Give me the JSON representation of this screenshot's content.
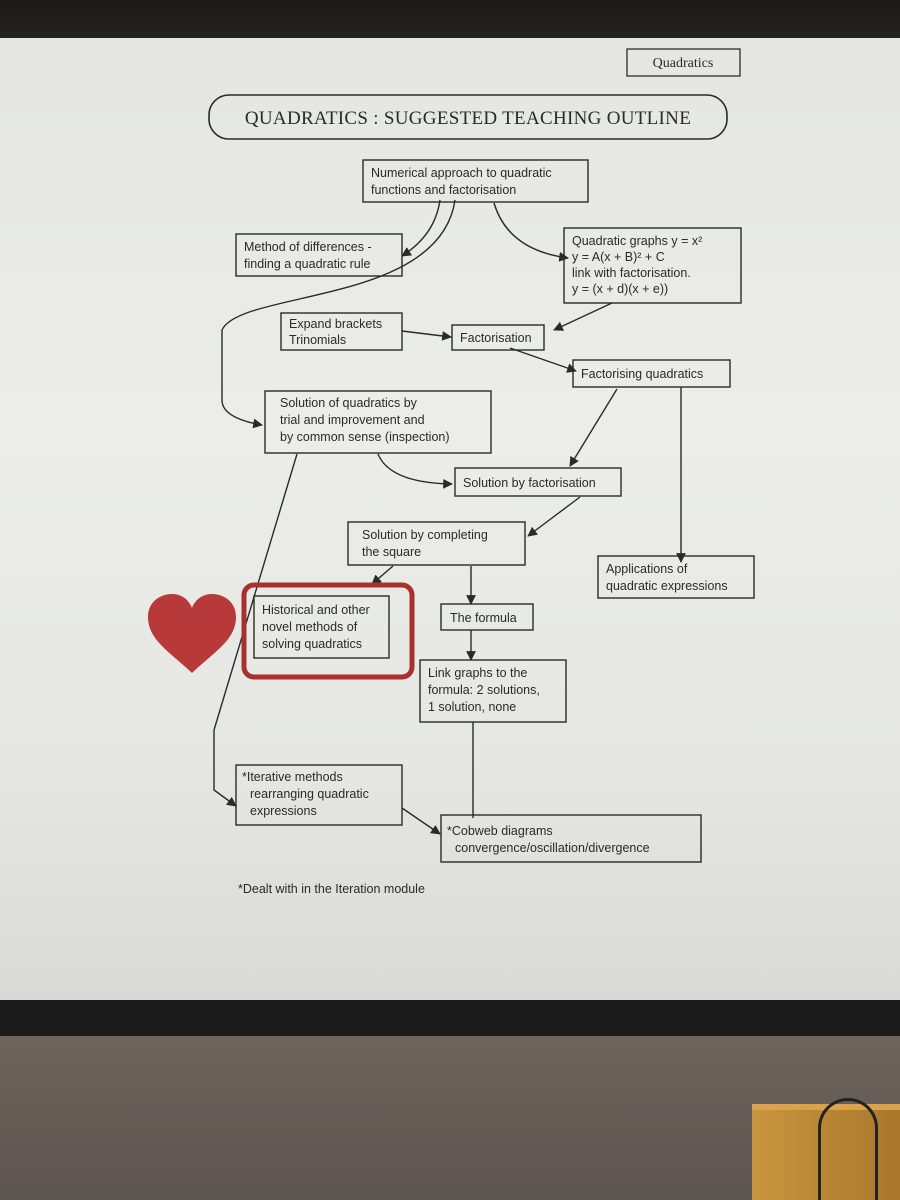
{
  "corner_tag": "Quadratics",
  "title": "QUADRATICS : SUGGESTED TEACHING OUTLINE",
  "boxes": {
    "numerical": [
      "Numerical approach to quadratic",
      "functions and factorisation"
    ],
    "differences": [
      "Method of differences -",
      "finding a quadratic rule"
    ],
    "graphs": [
      "Quadratic graphs y = x²",
      "y = A(x + B)² + C",
      "link with factorisation.",
      "y = (x + d)(x + e))"
    ],
    "expand": [
      "Expand brackets",
      "Trinomials"
    ],
    "factorisation": [
      "Factorisation"
    ],
    "factorising": [
      "Factorising quadratics"
    ],
    "trial": [
      "Solution of quadratics by",
      "trial and improvement and",
      "by common sense (inspection)"
    ],
    "sol_fact": [
      "Solution by factorisation"
    ],
    "completing": [
      "Solution by completing",
      "the square"
    ],
    "applications": [
      "Applications of",
      "quadratic expressions"
    ],
    "historical": [
      "Historical and other",
      "novel methods of",
      "solving quadratics"
    ],
    "formula": [
      "The formula"
    ],
    "link": [
      "Link graphs to the",
      "formula: 2 solutions,",
      "1 solution, none"
    ],
    "iterative": [
      "*Iterative methods",
      "rearranging quadratic",
      "expressions"
    ],
    "cobweb": [
      "*Cobweb diagrams",
      "convergence/oscillation/divergence"
    ]
  },
  "footnote": "*Dealt with in the Iteration module",
  "colors": {
    "highlight": "#a8312d",
    "heart": "#b8393a",
    "ink": "#2a2a2a",
    "screen": "#e9eae7"
  },
  "icons": {
    "heart": "heart-icon"
  }
}
